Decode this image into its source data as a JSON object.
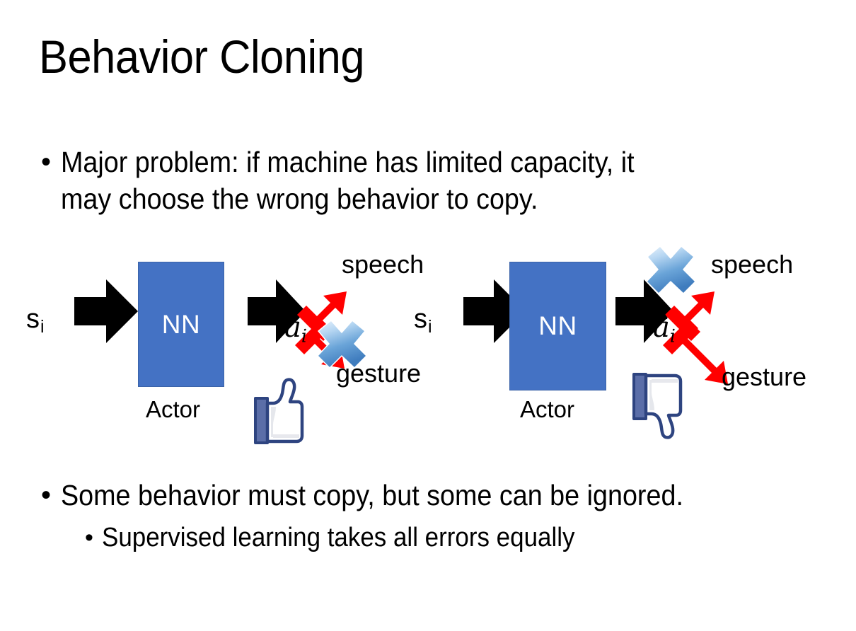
{
  "slide": {
    "title": "Behavior Cloning",
    "background_color": "#FFFFFF",
    "text_color": "#000000"
  },
  "bullets": {
    "top": {
      "marker": "•",
      "text": "Major problem: if machine has limited capacity, it\nmay choose the wrong behavior to copy."
    },
    "bottom_primary": {
      "marker": "•",
      "text": "Some behavior must copy, but some can be ignored."
    },
    "bottom_secondary": {
      "marker": "•",
      "text": "Supervised learning takes all errors equally"
    }
  },
  "colors": {
    "nn_box_fill": "#4472C4",
    "nn_box_border": "#3B63A8",
    "arrow_black": "#000000",
    "arrow_red": "#FF0000",
    "x_blue_light": "#CFE2F7",
    "x_blue_mid": "#6FA8DC",
    "x_blue_dark": "#3C78B4",
    "thumb_outline": "#3B5998",
    "thumb_fill": "#FFFFFF",
    "thumb_cuff": "#5B6EA8",
    "thumb_shadow": "#E4E6EB"
  },
  "diagrams": [
    {
      "id": "left",
      "input_label": "s",
      "input_subscript": "i",
      "network_label": "NN",
      "network_caption": "Actor",
      "output_label": "â",
      "output_subscript": "i",
      "branches": [
        {
          "name": "speech",
          "label": "speech",
          "direction": "up",
          "crossed_out": false
        },
        {
          "name": "gesture",
          "label": "gesture",
          "direction": "down",
          "crossed_out": true
        }
      ],
      "feedback_icon": "thumbs-up-icon",
      "feedback_meaning": "positive"
    },
    {
      "id": "right",
      "input_label": "s",
      "input_subscript": "i",
      "network_label": "NN",
      "network_caption": "Actor",
      "output_label": "â",
      "output_subscript": "i",
      "branches": [
        {
          "name": "speech",
          "label": "speech",
          "direction": "up",
          "crossed_out": true
        },
        {
          "name": "gesture",
          "label": "gesture",
          "direction": "down",
          "crossed_out": false
        }
      ],
      "feedback_icon": "thumbs-down-icon",
      "feedback_meaning": "negative"
    }
  ]
}
